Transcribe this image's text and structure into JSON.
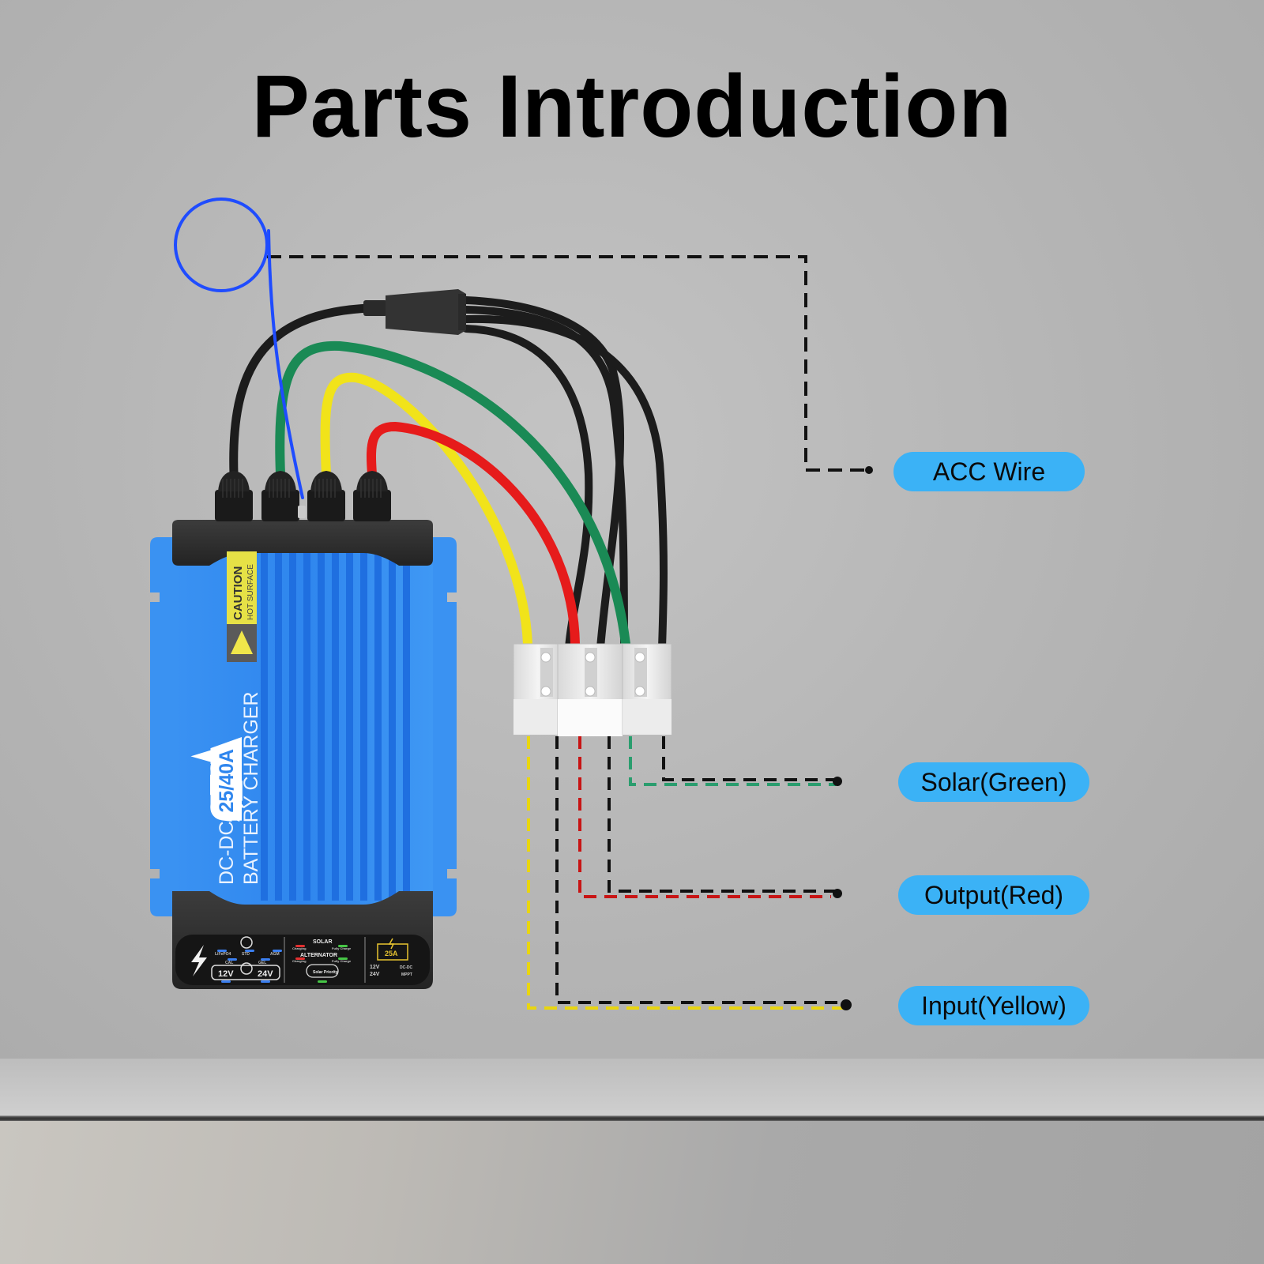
{
  "title": "Parts Introduction",
  "device": {
    "caution_title": "CAUTION",
    "caution_sub": "HOT SURFACE",
    "model_prefix": "DC-DC",
    "model_rating": "25/40A",
    "model_name": "BATTERY CHARGER",
    "panel": {
      "battery_types": [
        "LiFePO4",
        "STD",
        "AGM",
        "CAL",
        "GEL"
      ],
      "voltages": [
        "12V",
        "24V"
      ],
      "solar_heading": "SOLAR",
      "alternator_heading": "ALTERNATOR",
      "charging": "Charging",
      "fully_charge": "Fully Charge",
      "solar_priority": "Solar Priority",
      "current_badge": "25A",
      "volt_list": [
        "12V",
        "24V"
      ],
      "mode_list": [
        "DC-DC",
        "MPPT"
      ]
    }
  },
  "callouts": [
    {
      "id": "acc",
      "label": "ACC Wire",
      "wire_color": "#1f4cff"
    },
    {
      "id": "solar",
      "label": "Solar(Green)",
      "wire_color": "#1f9a5b"
    },
    {
      "id": "output",
      "label": "Output(Red)",
      "wire_color": "#d21414"
    },
    {
      "id": "input",
      "label": "Input(Yellow)",
      "wire_color": "#f0dc14"
    }
  ],
  "colors": {
    "label_bg": "#3bb2f6",
    "device_blue": "#2f86ee",
    "leader_black": "#111111",
    "leader_green": "#2a9d6e",
    "leader_red": "#c81414",
    "leader_yellow": "#e9d60f"
  }
}
